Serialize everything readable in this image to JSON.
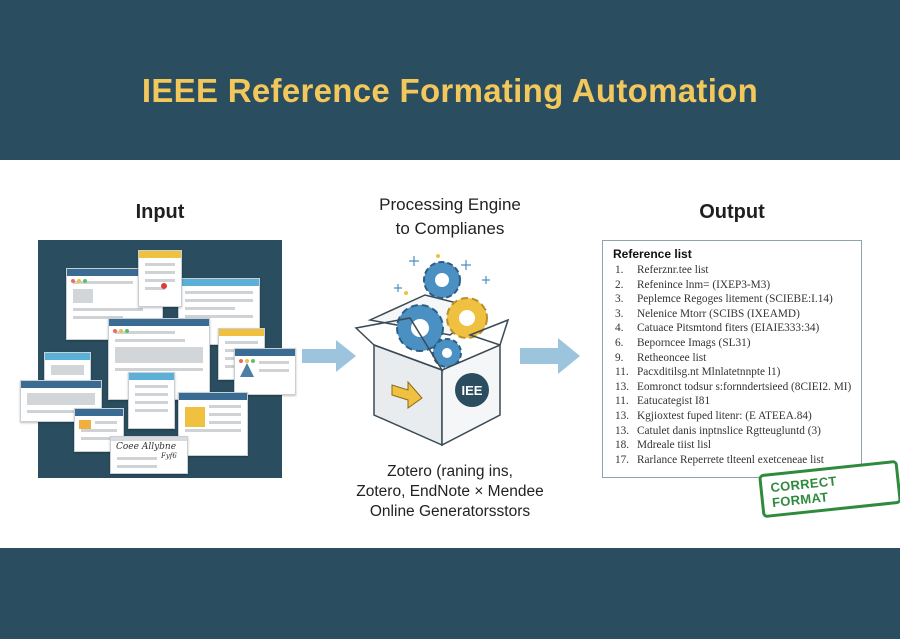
{
  "header": {
    "title": "IEEE Reference Formating Automation"
  },
  "input": {
    "heading": "Input",
    "handwritten_note": "Coee Allybne",
    "handwritten_mark": "Fyf6"
  },
  "processing": {
    "heading_line1": "Processing Engine",
    "heading_line2": "to Complianes",
    "box_logo": "IEE",
    "tools_line1": "Zotero (raning ins,",
    "tools_line2": "Zotero, EndNote × Mendee",
    "tools_line3": "Online Generatorsstors"
  },
  "output": {
    "heading": "Output",
    "list_title": "Reference list",
    "references": [
      {
        "num": "1.",
        "text": "Referznr.tee list"
      },
      {
        "num": "2.",
        "text": "Refenince lnm= (IXEP3-M3)"
      },
      {
        "num": "3.",
        "text": "Peplemce Regoges litement (SCIEBE:I.14)"
      },
      {
        "num": "3.",
        "text": "Nelenice Mtorr (SCIBS (IXEAMD)"
      },
      {
        "num": "4.",
        "text": "Catuace Pitsmtond fiters (EIAIE333:34)"
      },
      {
        "num": "6.",
        "text": "Beporncee Imags (SL31)"
      },
      {
        "num": "9.",
        "text": "Retheoncee list"
      },
      {
        "num": "11.",
        "text": "Pacxditilsg.nt Mlnlatetnnpte l1)"
      },
      {
        "num": "13.",
        "text": "Eomronct todsur s:fornndertsieed (8CIEI2. MI)"
      },
      {
        "num": "11.",
        "text": "Eatucategist I81"
      },
      {
        "num": "13.",
        "text": "Kgjioxtest fuped litenr: (E ATEEA.84)"
      },
      {
        "num": "13.",
        "text": "Catulet danis inptnslice Rgtteugluntd (3)"
      },
      {
        "num": "18.",
        "text": "Mdreale tiist lisl"
      },
      {
        "num": "17.",
        "text": "Rarlance Reperrete tlteenl exetceneae list"
      }
    ],
    "stamp": "CORRECT FORMAT"
  },
  "colors": {
    "band": "#2a4e5f",
    "title": "#f2c75c",
    "gear_blue": "#4a90c2",
    "gear_yellow": "#f0c040",
    "arrow": "#9cc4dc",
    "stamp": "#2e8b3e"
  }
}
